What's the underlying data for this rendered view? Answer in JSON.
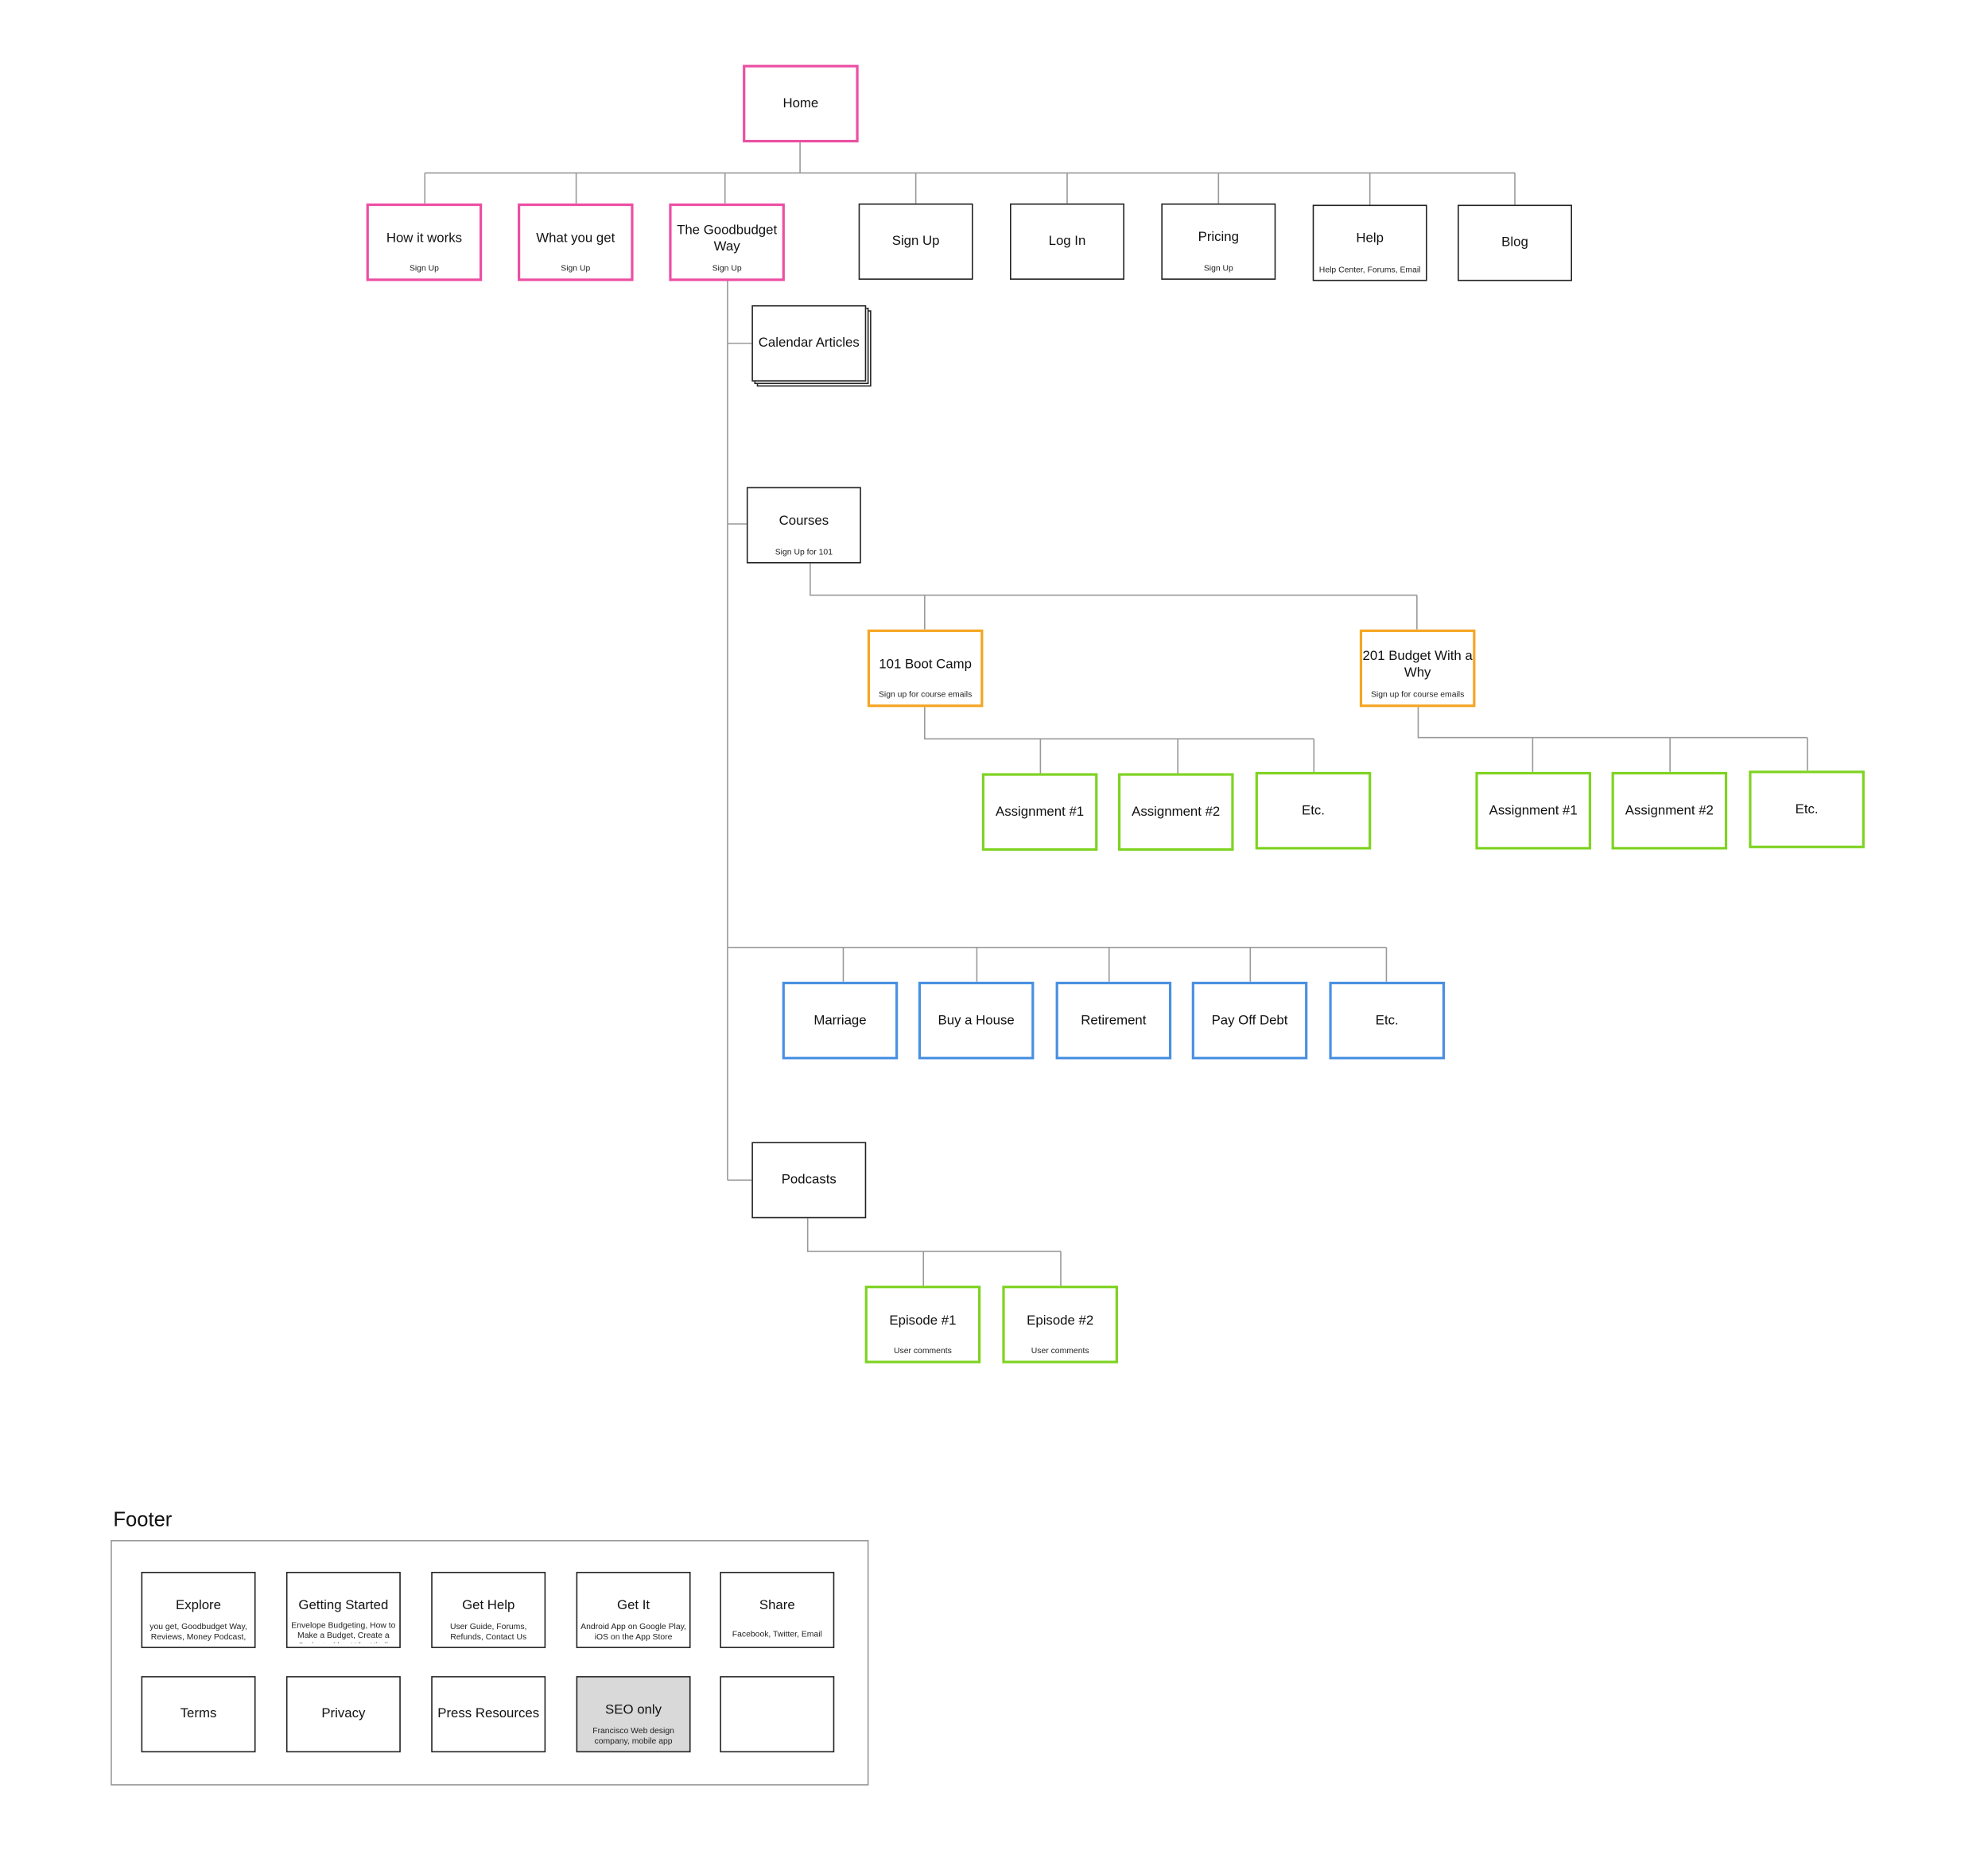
{
  "colors": {
    "primary_pages": "#ec4fa3",
    "courses": "#f5a623",
    "assignments_episodes": "#7ed321",
    "topics": "#4a90e2",
    "default": "#222222",
    "connector": "#999999",
    "seo_fill": "#d9d9d9"
  },
  "home": {
    "title": "Home"
  },
  "top_nav": [
    {
      "title": "How it works",
      "sub": "Sign Up"
    },
    {
      "title": "What you get",
      "sub": "Sign Up"
    },
    {
      "title": "The Goodbudget Way",
      "sub": "Sign Up"
    },
    {
      "title": "Sign Up"
    },
    {
      "title": "Log In"
    },
    {
      "title": "Pricing",
      "sub": "Sign Up"
    },
    {
      "title": "Help",
      "sub": "Help Center, Forums, Email"
    },
    {
      "title": "Blog"
    }
  ],
  "calendar": {
    "title": "Calendar Articles"
  },
  "courses": {
    "title": "Courses",
    "sub": "Sign Up for 101",
    "items": [
      {
        "title": "101 Boot Camp",
        "sub": "Sign up for course emails",
        "children": [
          {
            "title": "Assignment #1"
          },
          {
            "title": "Assignment #2"
          },
          {
            "title": "Etc."
          }
        ]
      },
      {
        "title": "201 Budget With a Why",
        "sub": "Sign up for course emails",
        "children": [
          {
            "title": "Assignment #1"
          },
          {
            "title": "Assignment #2"
          },
          {
            "title": "Etc."
          }
        ]
      }
    ]
  },
  "topics": [
    {
      "title": "Marriage"
    },
    {
      "title": "Buy a House"
    },
    {
      "title": "Retirement"
    },
    {
      "title": "Pay Off Debt"
    },
    {
      "title": "Etc."
    }
  ],
  "podcasts": {
    "title": "Podcasts",
    "episodes": [
      {
        "title": "Episode #1",
        "sub": "User comments"
      },
      {
        "title": "Episode #2",
        "sub": "User comments"
      }
    ]
  },
  "footer": {
    "label": "Footer",
    "items": [
      {
        "title": "Explore",
        "sub": "you get, Goodbudget Way, Reviews, Money Podcast,"
      },
      {
        "title": "Getting Started",
        "sub": "Envelope Budgeting, How to Make a Budget, Create a Budget with a Why Kit, il"
      },
      {
        "title": "Get Help",
        "sub": "User Guide, Forums, Refunds, Contact Us"
      },
      {
        "title": "Get It",
        "sub": "Android App on Google Play, iOS on the App Store"
      },
      {
        "title": "Share",
        "sub": "Facebook, Twitter, Email"
      },
      {
        "title": "Terms"
      },
      {
        "title": "Privacy"
      },
      {
        "title": "Press Resources"
      },
      {
        "title": "SEO only",
        "sub": "Francisco Web design company, mobile app"
      },
      {
        "title": ""
      }
    ]
  }
}
